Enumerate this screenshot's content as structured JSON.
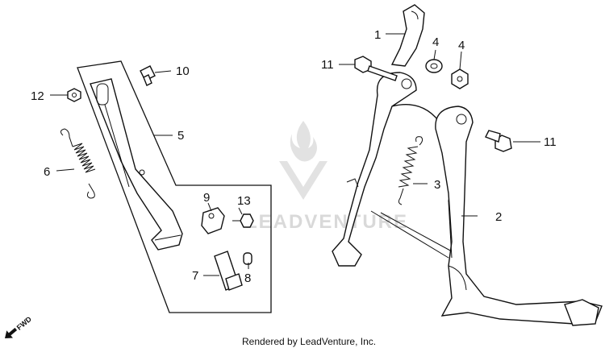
{
  "callouts": [
    {
      "id": "1",
      "label": "1"
    },
    {
      "id": "2",
      "label": "2"
    },
    {
      "id": "3",
      "label": "3"
    },
    {
      "id": "4a",
      "label": "4"
    },
    {
      "id": "4b",
      "label": "4"
    },
    {
      "id": "5",
      "label": "5"
    },
    {
      "id": "6",
      "label": "6"
    },
    {
      "id": "7",
      "label": "7"
    },
    {
      "id": "8",
      "label": "8"
    },
    {
      "id": "9",
      "label": "9"
    },
    {
      "id": "10",
      "label": "10"
    },
    {
      "id": "11a",
      "label": "11"
    },
    {
      "id": "11b",
      "label": "11"
    },
    {
      "id": "12",
      "label": "12"
    },
    {
      "id": "13",
      "label": "13"
    }
  ],
  "direction_indicator": {
    "label": "FWD",
    "icon": "fwd-arrow-icon"
  },
  "watermark": {
    "logo": "leadventure-flame-logo",
    "text": "LEADVENTURE"
  },
  "footer": {
    "text": "Rendered by LeadVenture, Inc."
  },
  "colors": {
    "line": "#111111",
    "watermark": "#d9d9d9",
    "background": "#ffffff"
  }
}
